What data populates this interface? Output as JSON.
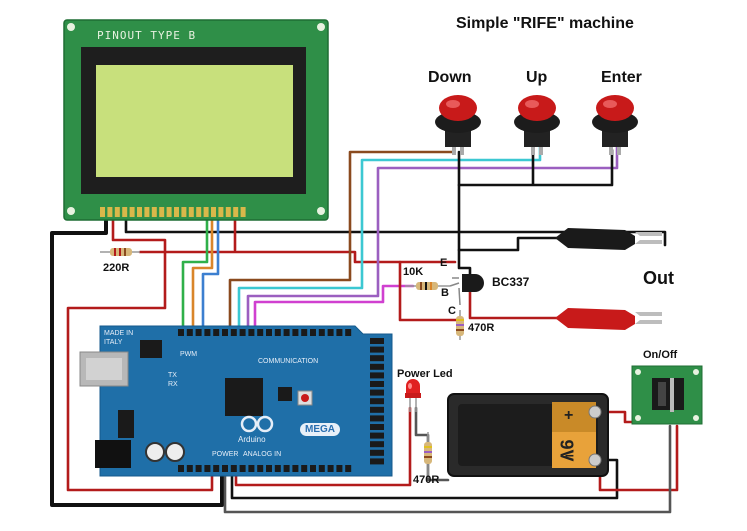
{
  "title": "Simple \"RIFE\" machine",
  "lcd": {
    "label": "PINOUT TYPE B",
    "screen_color": "#c8e07c",
    "board_color": "#2f8f48"
  },
  "buttons": [
    {
      "label": "Down"
    },
    {
      "label": "Up"
    },
    {
      "label": "Enter"
    }
  ],
  "components": {
    "r_lcd": "220R",
    "r_base": "10K",
    "r_collector": "470R",
    "r_led": "470R",
    "transistor": "BC337",
    "pin_e": "E",
    "pin_b": "B",
    "pin_c": "C",
    "power_led": "Power Led",
    "switch": "On/Off",
    "output": "Out",
    "battery_voltage": "9V"
  },
  "arduino": {
    "made_in": "MADE IN",
    "country": "ITALY",
    "brand": "Arduino",
    "model": "MEGA",
    "pwm": "PWM",
    "communication": "COMMUNICATION",
    "analog_in": "ANALOG IN",
    "power": "POWER",
    "tx": "TX",
    "rx": "RX",
    "board_color": "#1f6fa8"
  },
  "wire_colors": {
    "black": "#111111",
    "red": "#b31b1b",
    "brown": "#8a4a1e",
    "cyan": "#3cc8d2",
    "purple": "#9b5fc0",
    "green": "#2fb04a",
    "orange": "#d9852a",
    "blue": "#3c7fd0",
    "magenta": "#d040d0",
    "gray": "#555555"
  }
}
